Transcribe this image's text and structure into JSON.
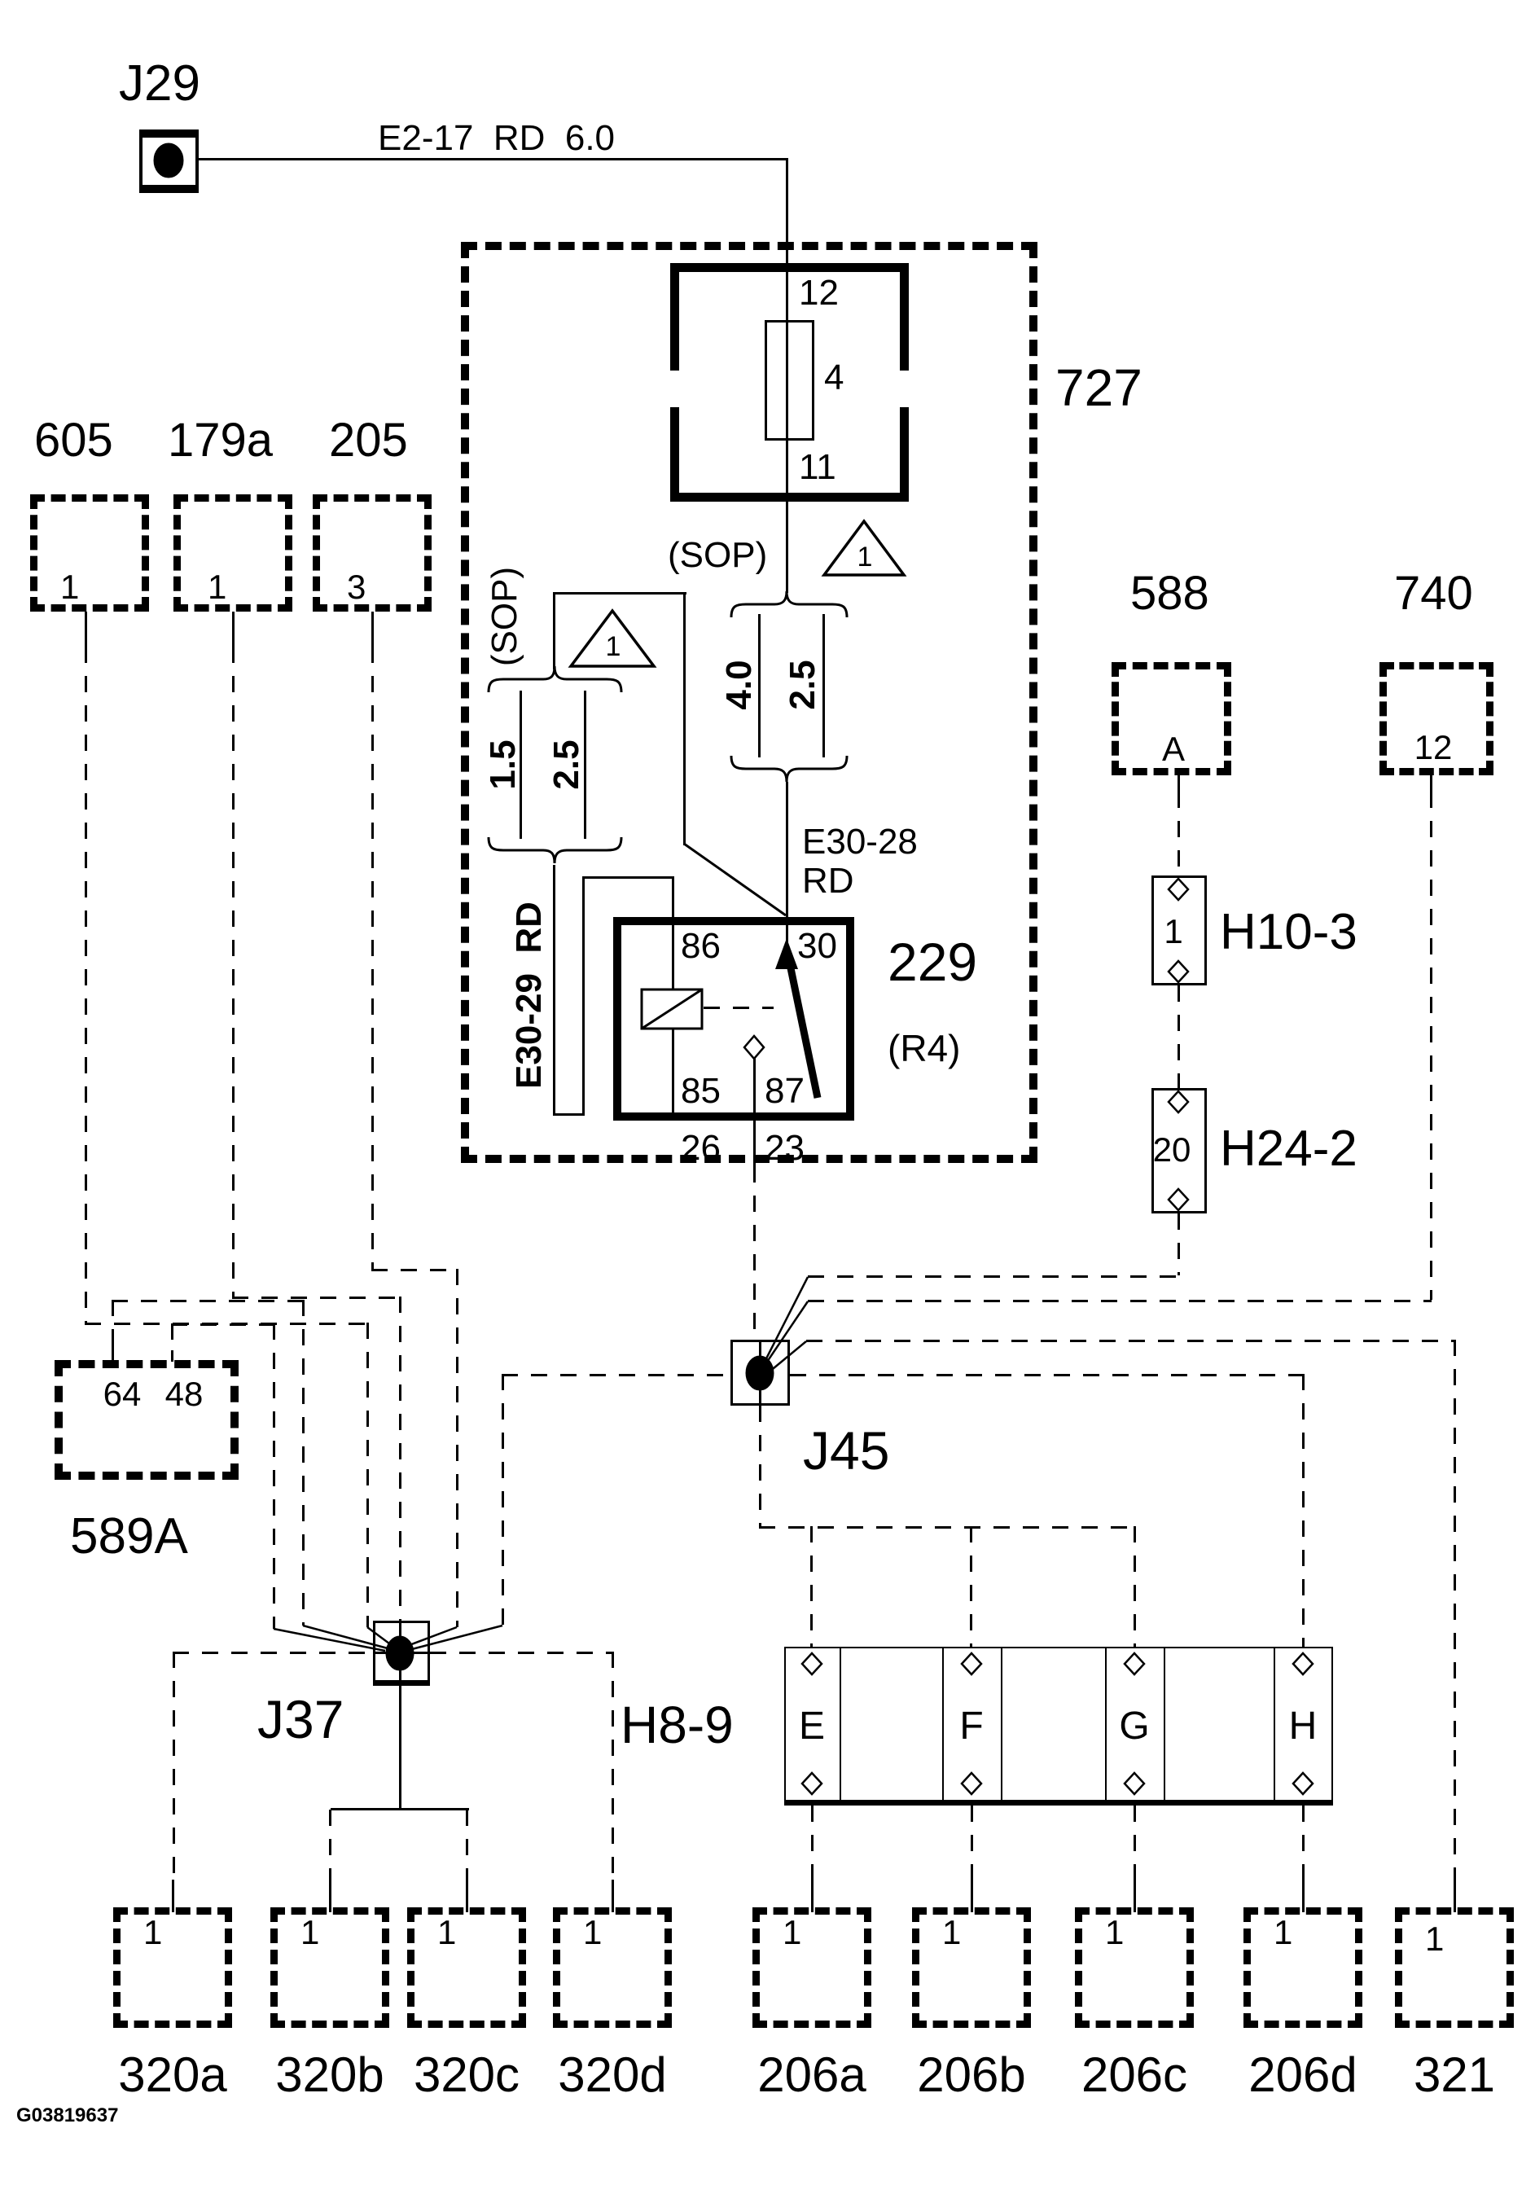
{
  "doc_id": "G03819637",
  "power_junction": {
    "label": "J29"
  },
  "feed_wire": {
    "label": "E2-17  RD  6.0"
  },
  "module_727": {
    "label": "727",
    "fuse": {
      "pin_in": "12",
      "id": "4",
      "pin_out": "11"
    },
    "gauge_main": {
      "sop": "(SOP)",
      "triangle": "1",
      "alt_a": "4.0",
      "alt_b": "2.5"
    },
    "gauge_branch": {
      "sop": "(SOP)",
      "triangle": "1",
      "alt_a": "1.5",
      "alt_b": "2.5"
    },
    "wire_main": {
      "line1": "E30-28",
      "line2": "RD"
    },
    "wire_branch": "E30-29  RD",
    "relay": {
      "id": "229",
      "name": "(R4)",
      "p86": "86",
      "p30": "30",
      "p85": "85",
      "p87": "87",
      "p26": "26",
      "p23": "23"
    }
  },
  "connectors_top": [
    {
      "id": "605",
      "pin": "1"
    },
    {
      "id": "179a",
      "pin": "1"
    },
    {
      "id": "205",
      "pin": "3"
    }
  ],
  "right_chain": {
    "c588": {
      "id": "588",
      "pin": "A"
    },
    "c740": {
      "id": "740",
      "pin": "12"
    },
    "h10": {
      "id": "H10-3",
      "pin": "1"
    },
    "h24": {
      "id": "H24-2",
      "pin": "20"
    }
  },
  "junction_45": {
    "label": "J45"
  },
  "junction_37": {
    "label": "J37"
  },
  "c589a": {
    "id": "589A",
    "pin_a": "64",
    "pin_b": "48"
  },
  "h89": {
    "id": "H8-9",
    "pins": [
      "E",
      "F",
      "G",
      "H"
    ]
  },
  "connectors_bottom": [
    {
      "id": "320a",
      "pin": "1"
    },
    {
      "id": "320b",
      "pin": "1"
    },
    {
      "id": "320c",
      "pin": "1"
    },
    {
      "id": "320d",
      "pin": "1"
    },
    {
      "id": "206a",
      "pin": "1"
    },
    {
      "id": "206b",
      "pin": "1"
    },
    {
      "id": "206c",
      "pin": "1"
    },
    {
      "id": "206d",
      "pin": "1"
    },
    {
      "id": "321",
      "pin": "1"
    }
  ]
}
